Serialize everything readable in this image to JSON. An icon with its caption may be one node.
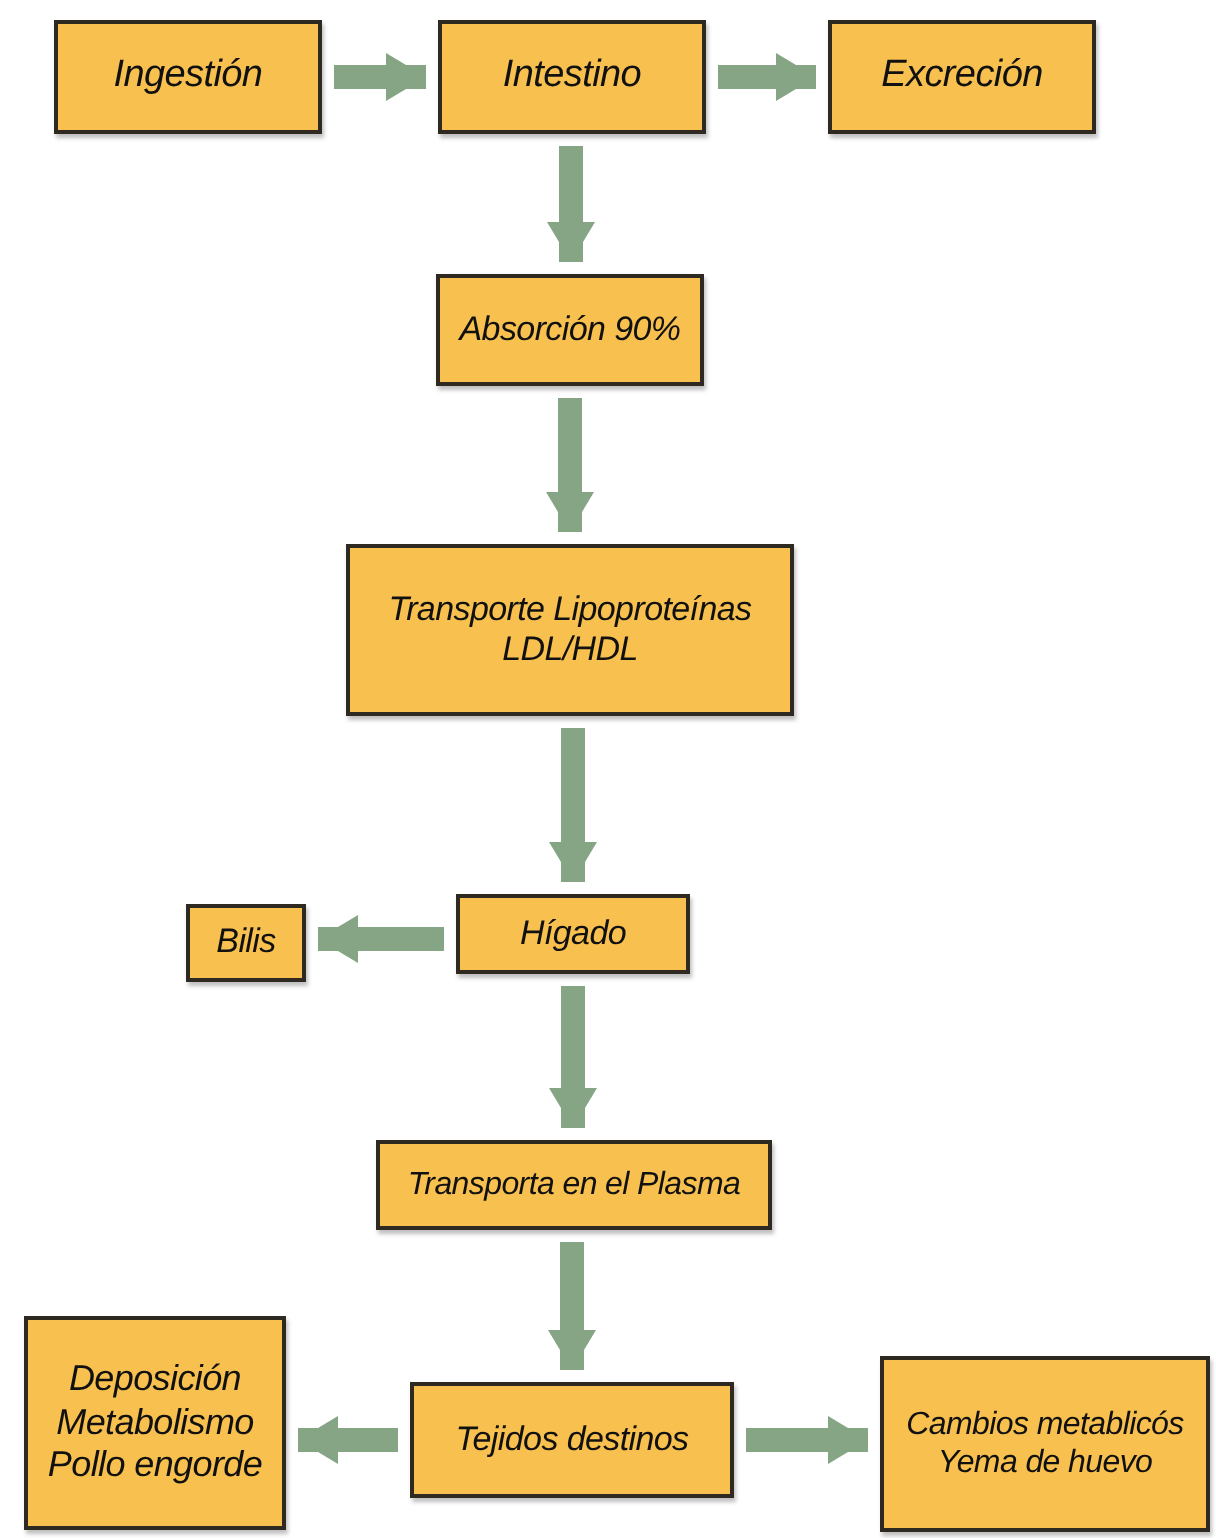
{
  "diagram": {
    "nodes": [
      {
        "text": [
          "Ingestión"
        ]
      },
      {
        "text": [
          "Intestino"
        ]
      },
      {
        "text": [
          "Excreción"
        ]
      },
      {
        "text": [
          "Absorción 90%"
        ]
      },
      {
        "text": [
          "Transporte Lipoproteínas LDL/HDL"
        ]
      },
      {
        "text": [
          "Hígado"
        ]
      },
      {
        "text": [
          "Bilis"
        ]
      },
      {
        "text": [
          "Transporta en el Plasma"
        ]
      },
      {
        "text": [
          "Deposición Metabolismo Pollo engorde"
        ]
      },
      {
        "text": [
          "Tejidos destinos"
        ]
      },
      {
        "text": [
          "Cambios metablicós Yema de huevo"
        ]
      }
    ],
    "edges": [
      {
        "from": 0,
        "to": 1,
        "arrow": "to"
      },
      {
        "from": 1,
        "to": 2,
        "arrow": "to"
      },
      {
        "from": 1,
        "to": 3,
        "arrow": "to"
      },
      {
        "from": 3,
        "to": 4,
        "arrow": "to"
      },
      {
        "from": 4,
        "to": 5,
        "arrow": "to"
      },
      {
        "from": 5,
        "to": 6,
        "arrow": "to"
      },
      {
        "from": 5,
        "to": 7,
        "arrow": "to"
      },
      {
        "from": 7,
        "to": 9,
        "arrow": "to"
      },
      {
        "from": 9,
        "to": 8,
        "arrow": "to"
      },
      {
        "from": 9,
        "to": 10,
        "arrow": "to"
      }
    ]
  }
}
